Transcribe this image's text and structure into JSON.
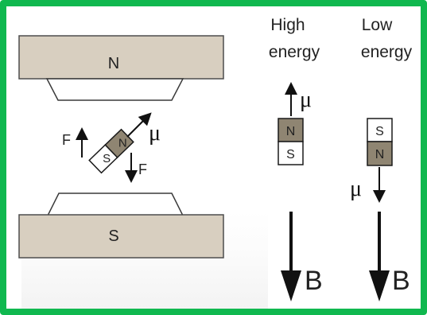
{
  "diagram": {
    "magnet_labels": {
      "north_pole": "N",
      "south_pole": "S"
    },
    "dipole": {
      "south_label": "S",
      "north_label": "N",
      "moment_label": "μ",
      "force_label_left": "F",
      "force_label_right": "F"
    },
    "states": [
      {
        "line1": "High",
        "line2": "energy",
        "top_label": "N",
        "bottom_label": "S",
        "moment_label": "μ",
        "field_label": "B"
      },
      {
        "line1": "Low",
        "line2": "energy",
        "top_label": "S",
        "bottom_label": "N",
        "moment_label": "μ",
        "field_label": "B"
      }
    ]
  },
  "colors": {
    "frame_green": "#10b84f",
    "magnet_fill": "#d8cfc0",
    "north_segment": "#8f8572",
    "line": "#111111"
  }
}
